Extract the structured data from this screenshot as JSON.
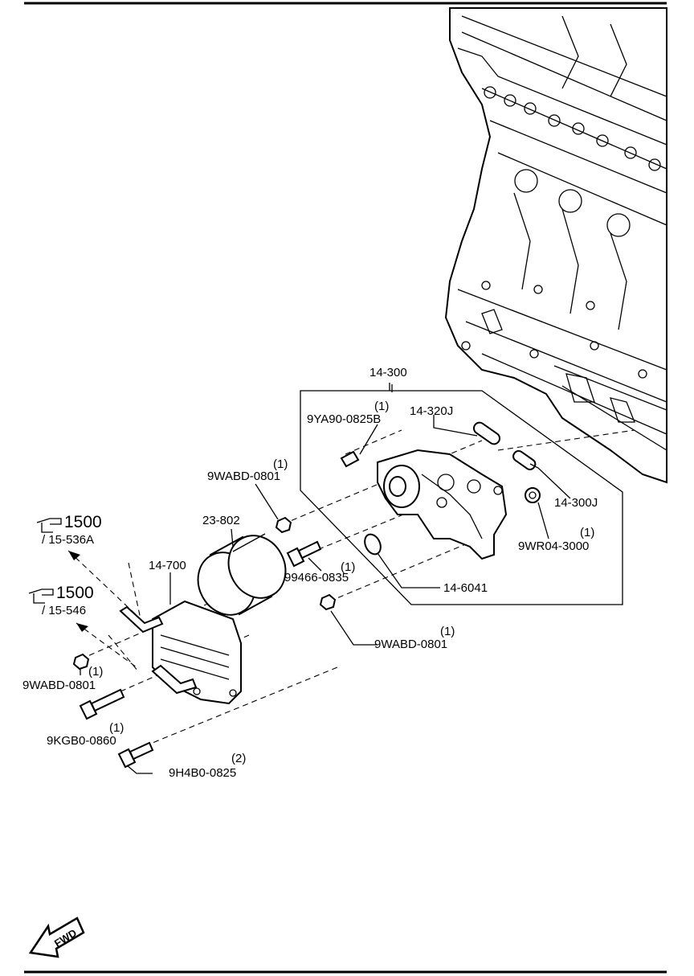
{
  "labels": {
    "assembly": "14-300",
    "p_9ya90_qty": "(1)",
    "p_9ya90": "9YA90-0825B",
    "p_14_320j": "14-320J",
    "p_9wabd_top_qty": "(1)",
    "p_9wabd_top": "9WABD-0801",
    "p_23_802": "23-802",
    "p_14_700": "14-700",
    "ref1_num": "1500",
    "ref1_sub": "/ 15-536A",
    "ref2_num": "1500",
    "ref2_sub": "/ 15-546",
    "p_14_300j": "14-300J",
    "p_9wr04_qty": "(1)",
    "p_9wr04": "9WR04-3000",
    "p_99466_qty": "(1)",
    "p_99466": "99466-0835",
    "p_14_6041": "14-6041",
    "p_9wabd_mid_qty": "(1)",
    "p_9wabd_mid": "9WABD-0801",
    "p_9wabd_left_qty": "(1)",
    "p_9wabd_left": "9WABD-0801",
    "p_9kgb0_qty": "(1)",
    "p_9kgb0": "9KGB0-0860",
    "p_9h4b0_qty": "(2)",
    "p_9h4b0": "9H4B0-0825",
    "fwd": "FWD"
  }
}
